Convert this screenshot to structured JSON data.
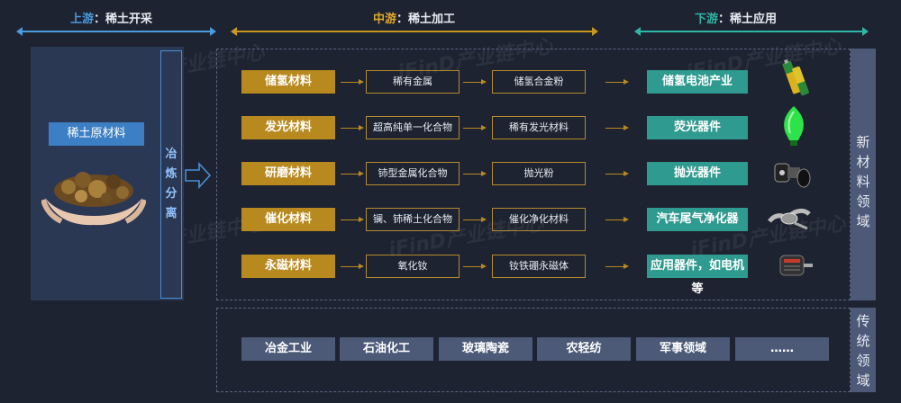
{
  "stages": {
    "upstream": {
      "name": "上游",
      "sep": "：",
      "desc": "稀土开采",
      "color": "#4a9be0"
    },
    "midstream": {
      "name": "中游",
      "sep": "：",
      "desc": "稀土加工",
      "color": "#e0a82a"
    },
    "downstream": {
      "name": "下游",
      "sep": "：",
      "desc": "稀土应用",
      "color": "#2fb6a6"
    }
  },
  "upstream": {
    "raw_label": "稀土原材料",
    "process": [
      "冶",
      "炼",
      "分",
      "离"
    ]
  },
  "chains": [
    {
      "material": "储氢材料",
      "step1": "稀有金属",
      "step2": "储氢合金粉",
      "application": "储氢电池产业",
      "icon": "battery-icon"
    },
    {
      "material": "发光材料",
      "step1": "超高纯单一化合物",
      "step2": "稀有发光材料",
      "application": "荧光器件",
      "icon": "green-bulb-icon"
    },
    {
      "material": "研磨材料",
      "step1": "铈型金属化合物",
      "step2": "抛光粉",
      "application": "抛光器件",
      "icon": "polisher-icon"
    },
    {
      "material": "催化材料",
      "step1": "镧、铈稀土化合物",
      "step2": "催化净化材料",
      "application": "汽车尾气净化器",
      "icon": "exhaust-pipe-icon"
    },
    {
      "material": "永磁材料",
      "step1": "氧化钕",
      "step2": "钕铁硼永磁体",
      "application": "应用器件，如电机等",
      "icon": "motor-icon"
    }
  ],
  "new_materials_label": [
    "新",
    "材",
    "料",
    "领",
    "域"
  ],
  "traditional": {
    "items": [
      "冶金工业",
      "石油化工",
      "玻璃陶瓷",
      "农轻纺",
      "军事领域",
      "……"
    ],
    "label": [
      "传",
      "统",
      "领",
      "域"
    ]
  },
  "watermark": "iFinD产业链中心",
  "colors": {
    "gold": "#b8891f",
    "teal": "#2f9a8f",
    "slate": "#4c5a78",
    "blue": "#3d7fc4"
  }
}
